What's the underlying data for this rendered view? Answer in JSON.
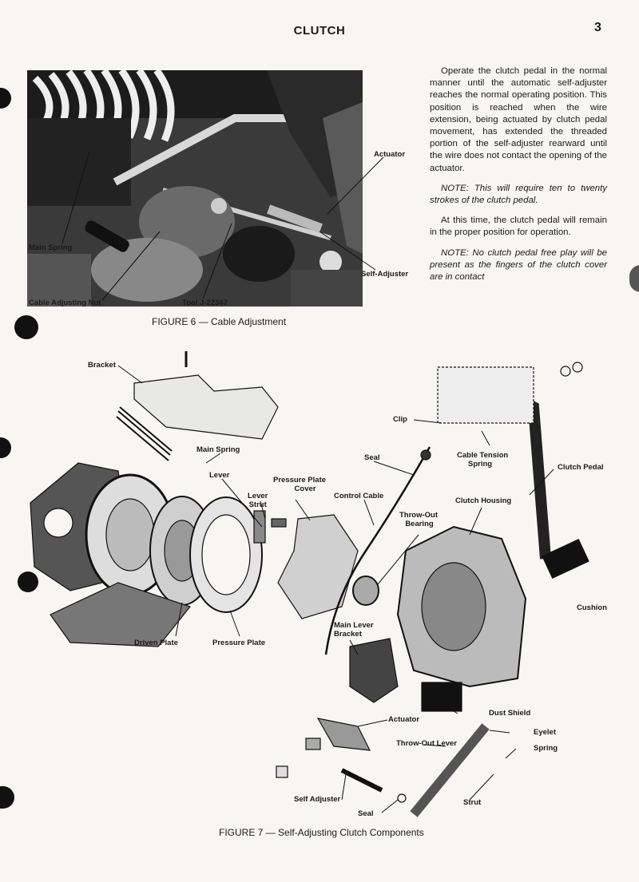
{
  "header": {
    "title": "CLUTCH",
    "page_number": "3"
  },
  "figure6": {
    "caption": "FIGURE 6 — Cable Adjustment",
    "labels": {
      "actuator": "Actuator",
      "main_spring": "Main Spring",
      "self_adjuster": "Self-Adjuster",
      "cable_adjusting_nut": "Cable Adjusting Nut",
      "tool": "Tool J-22347"
    }
  },
  "text": {
    "para1": "Operate the clutch pedal in the normal manner until the automatic self-adjuster reaches the normal operating position. This position is reached when the wire extension, being actuated by clutch pedal movement, has extended the threaded portion of the self-adjuster rearward until the wire does not contact the opening of the actuator.",
    "note1": "NOTE: This will require ten to twenty strokes of the clutch pedal.",
    "para2": "At this time, the clutch pedal will remain in the proper position for operation.",
    "note2": "NOTE: No clutch pedal free play will be present as the fingers of the clutch cover are in contact"
  },
  "figure7": {
    "caption": "FIGURE 7 — Self-Adjusting Clutch Components",
    "labels": {
      "bracket": "Bracket",
      "clip": "Clip",
      "main_spring": "Main Spring",
      "seal_upper": "Seal",
      "cable_tension_spring_1": "Cable Tension",
      "cable_tension_spring_2": "Spring",
      "clutch_pedal": "Clutch Pedal",
      "lever": "Lever",
      "lever_strut_1": "Lever",
      "lever_strut_2": "Strut",
      "pressure_plate_cover_1": "Pressure Plate",
      "pressure_plate_cover_2": "Cover",
      "control_cable": "Control Cable",
      "clutch_housing": "Clutch Housing",
      "throw_out_bearing_1": "Throw-Out",
      "throw_out_bearing_2": "Bearing",
      "cushion": "Cushion",
      "driven_plate": "Driven Plate",
      "pressure_plate": "Pressure Plate",
      "main_lever_bracket_1": "Main Lever",
      "main_lever_bracket_2": "Bracket",
      "dust_shield": "Dust Shield",
      "actuator": "Actuator",
      "eyelet": "Eyelet",
      "throw_out_lever": "Throw-Out Lever",
      "spring": "Spring",
      "self_adjuster": "Self Adjuster",
      "strut": "Strut",
      "seal_lower": "Seal"
    }
  }
}
